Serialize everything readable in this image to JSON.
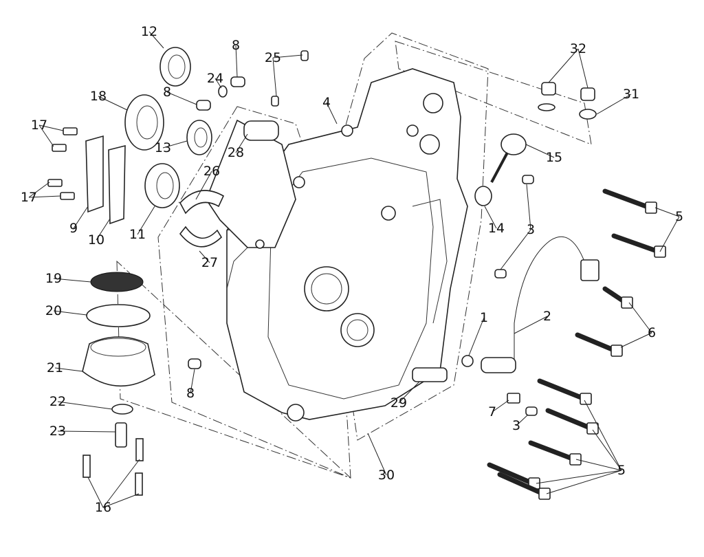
{
  "diagram": {
    "callouts": [
      "12",
      "8",
      "25",
      "32",
      "18",
      "8",
      "24",
      "4",
      "31",
      "17",
      "13",
      "28",
      "15",
      "26",
      "17",
      "5",
      "9",
      "10",
      "11",
      "14",
      "3",
      "19",
      "27",
      "20",
      "2",
      "6",
      "1",
      "21",
      "8",
      "29",
      "7",
      "3",
      "22",
      "23",
      "5",
      "30",
      "16"
    ]
  }
}
